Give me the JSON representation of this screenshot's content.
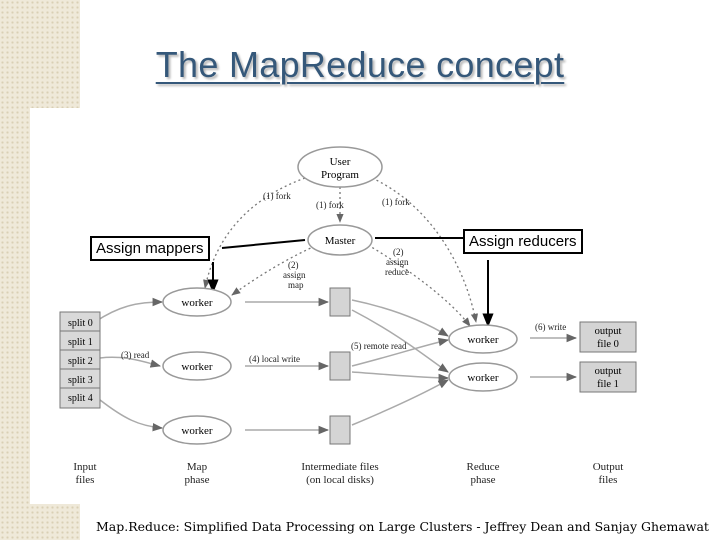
{
  "title": "The MapReduce concept",
  "callouts": {
    "left": "Assign mappers",
    "right": "Assign reducers"
  },
  "nodes": {
    "user_program": [
      "User",
      "Program"
    ],
    "master": "Master",
    "worker": "worker"
  },
  "splits": [
    "split 0",
    "split 1",
    "split 2",
    "split 3",
    "split 4"
  ],
  "outputs": [
    [
      "output",
      "file 0"
    ],
    [
      "output",
      "file 1"
    ]
  ],
  "edge_labels": {
    "fork": "(1) fork",
    "assign_map": [
      "(2)",
      "assign",
      "map"
    ],
    "assign_reduce": [
      "(2)",
      "assign",
      "reduce"
    ],
    "read": "(3) read",
    "local_write": "(4) local write",
    "remote_read": "(5) remote read",
    "write": "(6) write"
  },
  "phases": [
    [
      "Input",
      "files"
    ],
    [
      "Map",
      "phase"
    ],
    [
      "Intermediate files",
      "(on local disks)"
    ],
    [
      "Reduce",
      "phase"
    ],
    [
      "Output",
      "files"
    ]
  ],
  "caption": "Map.Reduce: Simplified Data Processing on Large Clusters - Jeffrey Dean and Sanjay Ghemawat"
}
